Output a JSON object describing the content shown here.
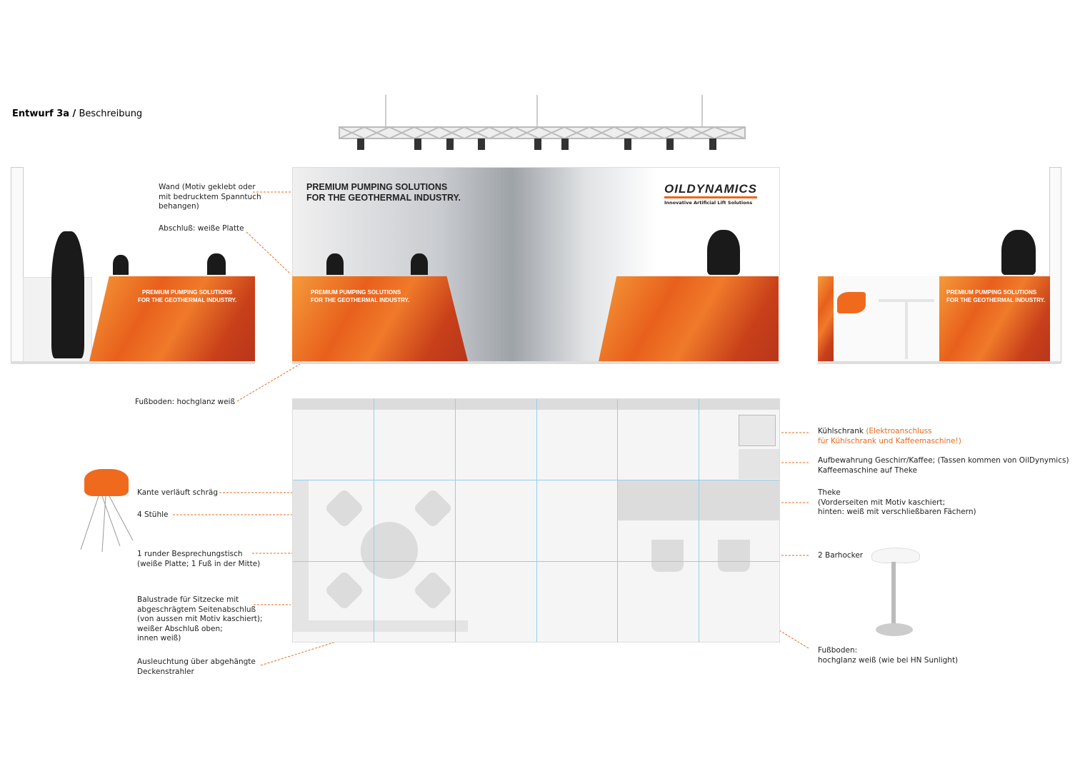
{
  "title": {
    "bold": "Entwurf 3a /",
    "rest": "Beschreibung"
  },
  "banner": {
    "headline": "PREMIUM PUMPING SOLUTIONS\nFOR THE GEOTHERMAL INDUSTRY.",
    "counter_text": "PREMIUM PUMPING SOLUTIONS\nFOR THE GEOTHERMAL INDUSTRY."
  },
  "logo": {
    "name": "OILDYNAMICS",
    "tagline": "Innovative Artificial Lift Solutions"
  },
  "labels": {
    "wand": "Wand (Motiv geklebt oder\nmit bedrucktem Spanntuch\nbehangen)",
    "abschluss": "Abschluß: weiße Platte",
    "fussboden1": "Fußboden: hochglanz weiß",
    "kante": "Kante verläuft schräg",
    "stuehle": "4 Stühle",
    "tisch": "1 runder Besprechungstisch\n(weiße Platte; 1 Fuß in der Mitte)",
    "balustrade": "Balustrade für Sitzecke mit\nabgeschrägtem Seitenabschluß\n(von aussen mit Motiv kaschiert);\nweißer Abschluß oben;\ninnen weiß)",
    "ausleuchtung": "Ausleuchtung über abgehängte\nDeckenstrahler",
    "kuehlschrank": "Kühlschrank ",
    "kuehlschrank_note": "(Elektroanschluss\nfür Kühlschrank und Kaffeemaschine!)",
    "aufbewahrung": "Aufbewahrung Geschirr/Kaffee; (Tassen kommen von OilDynymics)\nKaffeemaschine auf Theke",
    "theke": "Theke\n(Vorderseiten mit Motiv kaschiert;\nhinten: weiß mit verschließbaren Fächern)",
    "barhocker": "2 Barhocker",
    "fussboden2": "Fußboden:\nhochglanz weiß (wie bei HN Sunlight)"
  },
  "colors": {
    "accent": "#e8691d",
    "grid": "#8fd0f0"
  }
}
